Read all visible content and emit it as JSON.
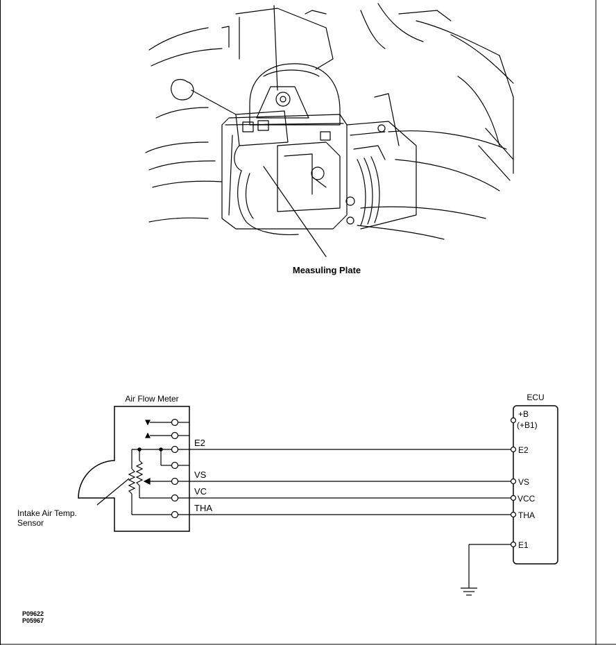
{
  "illustration": {
    "caption": "Measuling Plate"
  },
  "meter": {
    "title": "Air Flow Meter",
    "pins": {
      "e2": "E2",
      "vs": "VS",
      "vc": "VC",
      "tha": "THA"
    }
  },
  "sensor": {
    "label_line1": "Intake Air Temp.",
    "label_line2": "Sensor"
  },
  "ecu": {
    "title": "ECU",
    "pins": {
      "b": "+B",
      "b1": "(+B1)",
      "e2": "E2",
      "vs": "VS",
      "vcc": "VCC",
      "tha": "THA",
      "e1": "E1"
    }
  },
  "codes": {
    "line1": "P09622",
    "line2": "P05967"
  }
}
